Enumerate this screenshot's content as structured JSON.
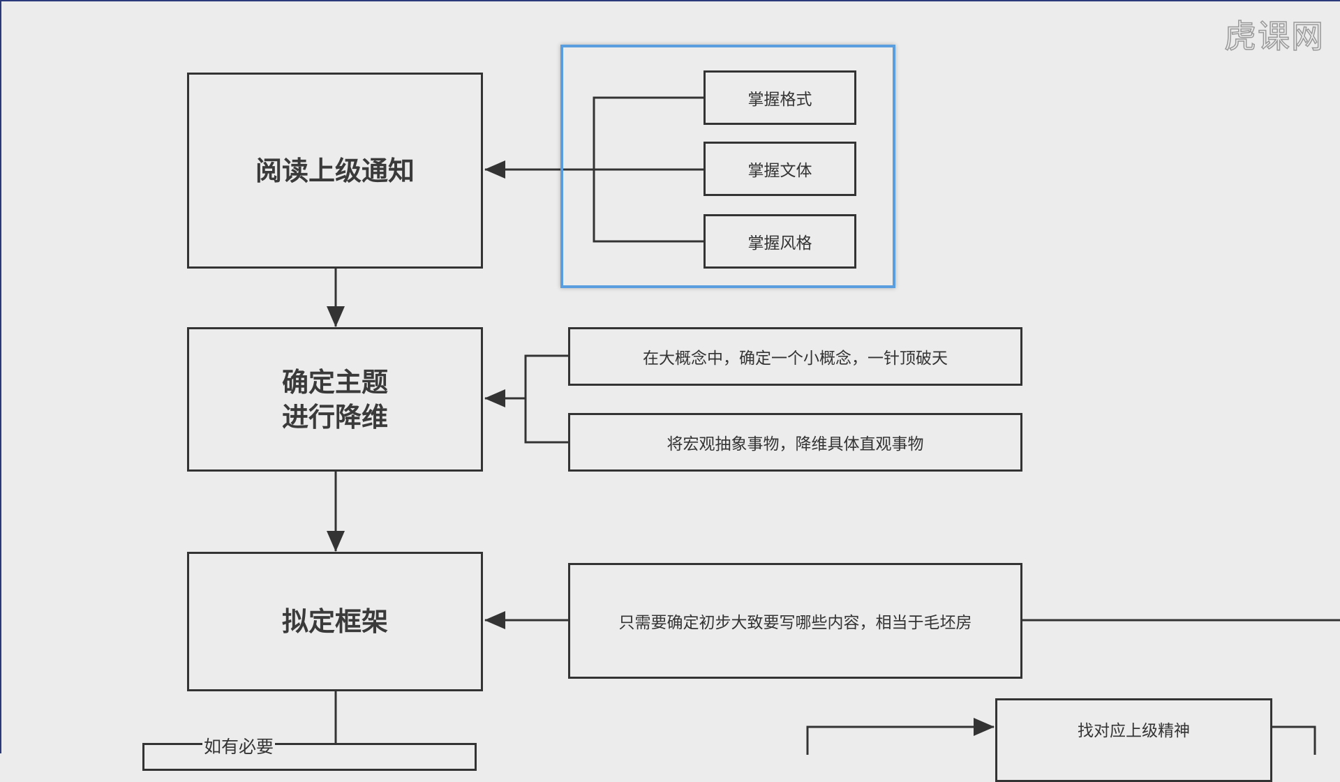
{
  "watermark": "虎课网",
  "steps": [
    {
      "label": "阅读上级通知"
    },
    {
      "label": "确定主题\n进行降维"
    },
    {
      "label": "拟定框架"
    }
  ],
  "format_group": [
    "掌握格式",
    "掌握文体",
    "掌握风格"
  ],
  "theme_notes": [
    "在大概念中，确定一个小概念，一针顶破天",
    "将宏观抽象事物，降维具体直观事物"
  ],
  "framework_note": "只需要确定初步大致要写哪些内容，相当于毛坯房",
  "branch_label": "如有必要",
  "spirit_box": "找对应上级精神",
  "colors": {
    "highlight": "#5b9ee0",
    "line": "#333333",
    "background": "#ececec"
  }
}
